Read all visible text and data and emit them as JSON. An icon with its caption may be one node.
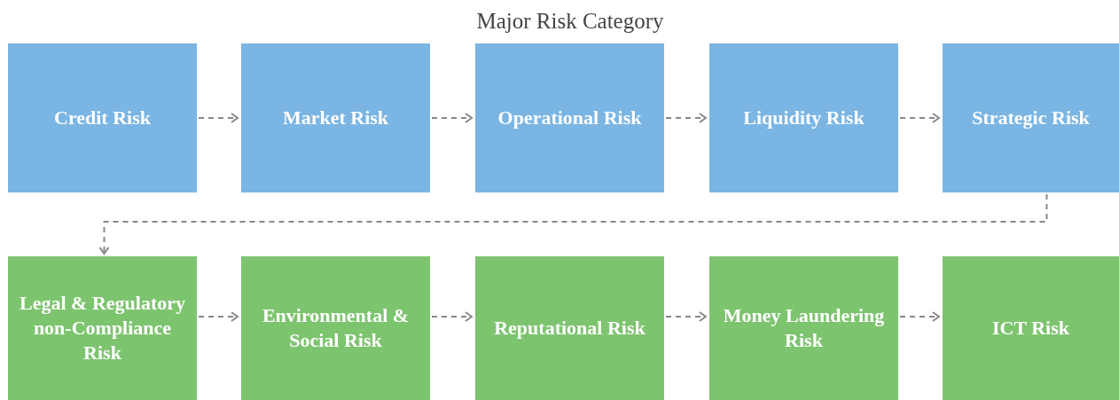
{
  "diagram": {
    "title": "Major Risk Category",
    "nodes": [
      {
        "text": [
          "Credit Risk"
        ]
      },
      {
        "text": [
          "Market Risk"
        ]
      },
      {
        "text": [
          "Operational Risk"
        ]
      },
      {
        "text": [
          "Liquidity Risk"
        ]
      },
      {
        "text": [
          "Strategic Risk"
        ]
      },
      {
        "text": [
          "Legal & Regulatory non-Compliance Risk"
        ]
      },
      {
        "text": [
          "Environmental & Social Risk"
        ]
      },
      {
        "text": [
          "Reputational Risk"
        ]
      },
      {
        "text": [
          "Money Laundering Risk"
        ]
      },
      {
        "text": [
          "ICT Risk"
        ]
      }
    ],
    "edges": [
      {
        "from": 0,
        "to": 1,
        "arrow": "to",
        "style": "dashed"
      },
      {
        "from": 1,
        "to": 2,
        "arrow": "to",
        "style": "dashed"
      },
      {
        "from": 2,
        "to": 3,
        "arrow": "to",
        "style": "dashed"
      },
      {
        "from": 3,
        "to": 4,
        "arrow": "to",
        "style": "dashed"
      },
      {
        "from": 4,
        "to": 5,
        "arrow": "to",
        "style": "dashed"
      },
      {
        "from": 5,
        "to": 6,
        "arrow": "to",
        "style": "dashed"
      },
      {
        "from": 6,
        "to": 7,
        "arrow": "to",
        "style": "dashed"
      },
      {
        "from": 7,
        "to": 8,
        "arrow": "to",
        "style": "dashed"
      },
      {
        "from": 8,
        "to": 9,
        "arrow": "to",
        "style": "dashed"
      }
    ]
  }
}
